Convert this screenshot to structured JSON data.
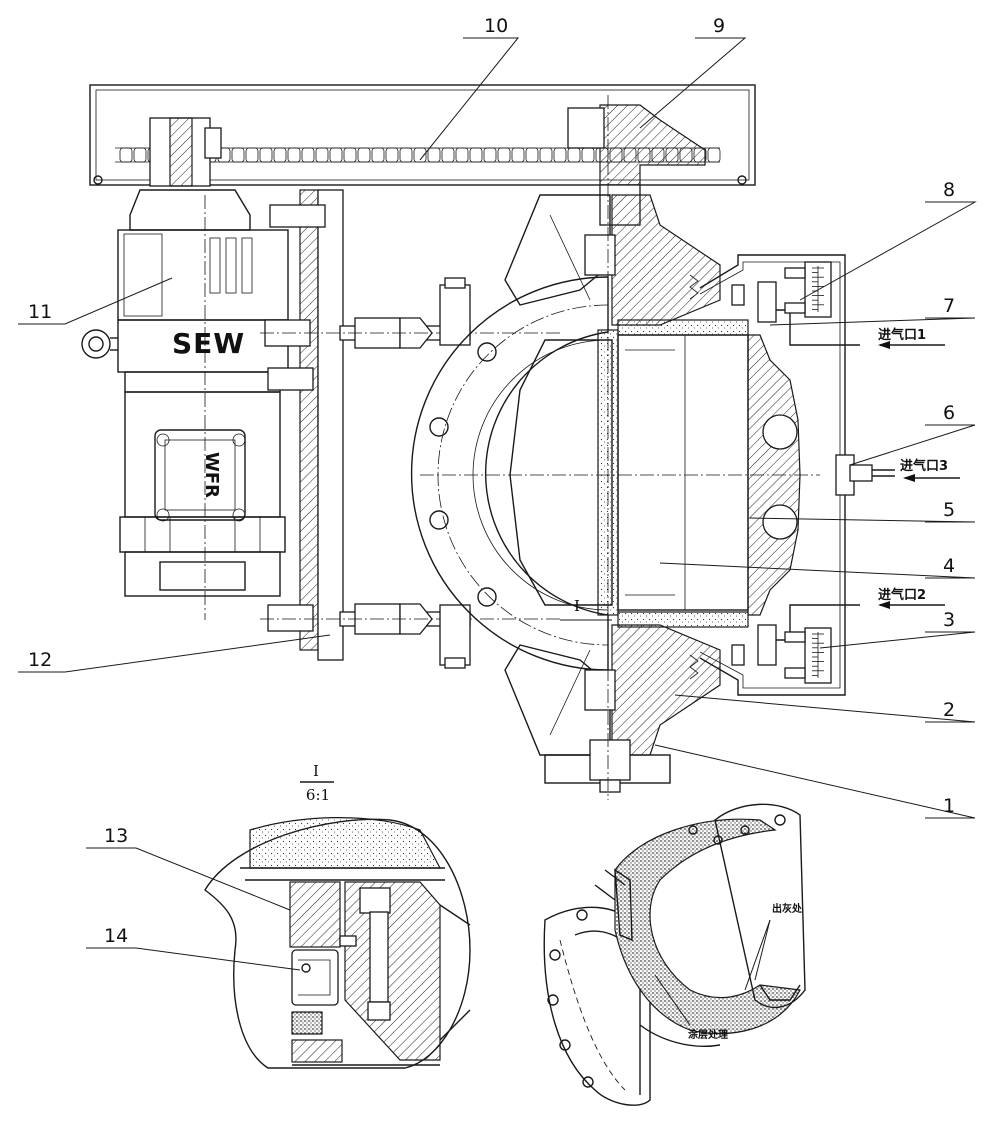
{
  "drawing": {
    "part_numbers": [
      "1",
      "2",
      "3",
      "4",
      "5",
      "6",
      "7",
      "8",
      "9",
      "10",
      "11",
      "12",
      "13",
      "14"
    ],
    "motor_brand": "SEW",
    "motor_plate": "WFR",
    "inlets": {
      "inlet_1": "进气口1",
      "inlet_2": "进气口2",
      "inlet_3": "进气口3"
    },
    "section_mark": "I",
    "detail_view": {
      "title": "I",
      "scale": "6:1"
    },
    "cutaway_notes": {
      "ash_outlet": "出灰处",
      "coating": "涂层处理"
    }
  }
}
